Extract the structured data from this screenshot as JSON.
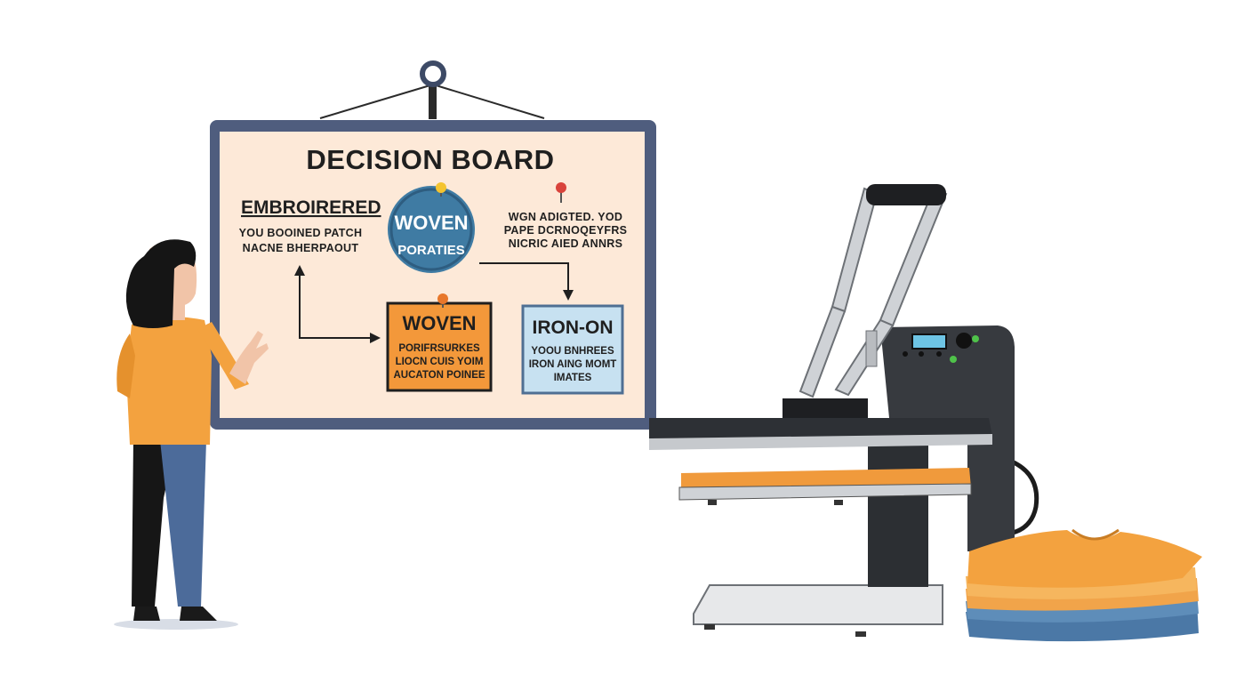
{
  "board": {
    "title": "DECISION BOARD",
    "left_heading": "EMBROIRERED",
    "left_text": [
      "YOU BOOINED PATCH",
      "NACNE BHERPAOUT"
    ],
    "circle_label_top": "WOVEN",
    "circle_label_bottom": "PORATIES",
    "right_text": [
      "WGN ADIGTED. YOD",
      "PAPE DCRNOQEYFRS",
      "NICRIC AIED ANNRS"
    ],
    "woven_card": {
      "heading": "WOVEN",
      "lines": [
        "PORIFRSURKES",
        "LIOCN CUIS YOIM",
        "AUCATON POINEE"
      ]
    },
    "iron_card": {
      "heading": "IRON-ON",
      "lines": [
        "YOOU BNHREES",
        "IRON AING MOMT",
        "IMATES"
      ]
    }
  },
  "colors": {
    "board_frame": "#4f5d7e",
    "board_surface": "#fde9d8",
    "circle_blue": "#3f7ba3",
    "woven_orange": "#f3983a",
    "iron_blue": "#c7e1f1",
    "shirt_orange": "#f1a44a",
    "shirt_blue": "#4b78a6",
    "press_dark": "#373a3f",
    "press_silver": "#cfd2d6"
  },
  "icons": [
    "pushpin-icon",
    "connector-arrow-icon",
    "heat-press-icon",
    "folded-tshirt-icon",
    "person-icon"
  ]
}
